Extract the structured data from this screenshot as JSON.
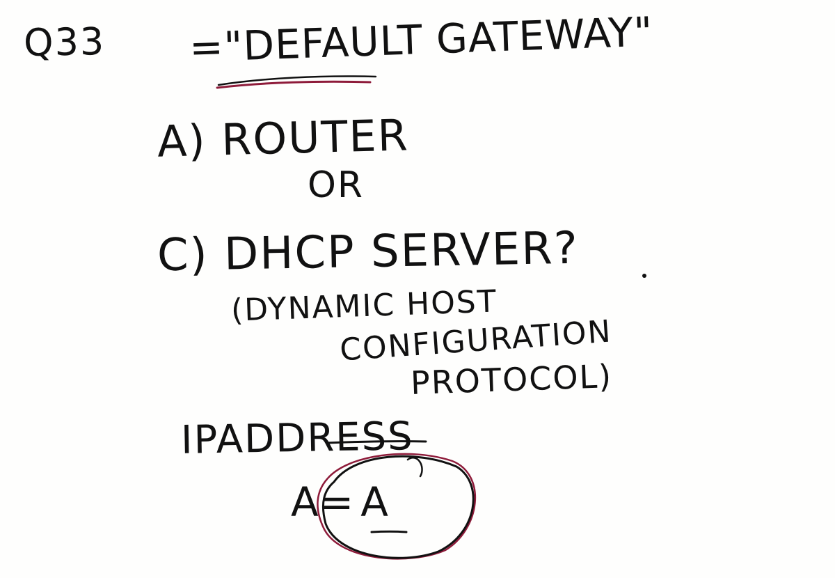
{
  "note": {
    "question_number": "Q33",
    "title": "=\"DEFAULT GATEWAY\"",
    "option_a": "A) ROUTER",
    "or_word": "OR",
    "option_c": "C) DHCP SERVER?",
    "dhcp_expansion": [
      "(DYNAMIC HOST",
      "CONFIGURATION",
      "PROTOCOL)"
    ],
    "ip_address": "IPADDRESS",
    "answer_prefix": "A=",
    "answer_value": "A"
  },
  "colors": {
    "ink": "#111111",
    "red_ink": "#8e1b3a",
    "paper": "#fefefd"
  }
}
